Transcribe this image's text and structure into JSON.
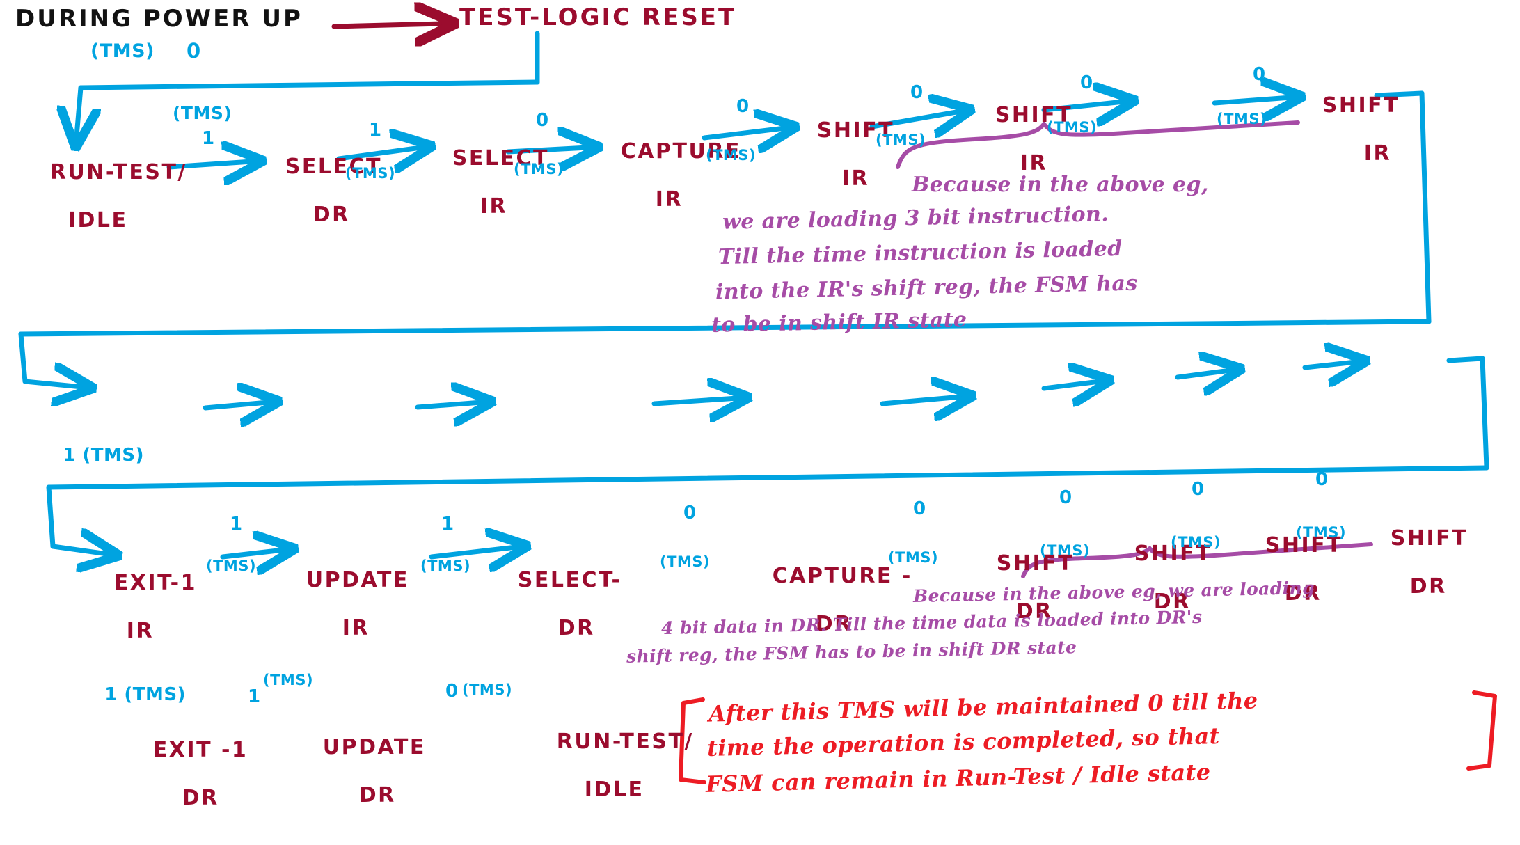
{
  "diagram": {
    "title": "DURING POWER UP",
    "initial_state": "TEST-LOGIC RESET",
    "colors": {
      "state_text": "#9B0C2E",
      "arrow_cyan": "#00A3E0",
      "note_purple": "#A64CA6",
      "note_red": "#ED1C24",
      "title_black": "#121212"
    },
    "row1": {
      "loop_label_top": "(TMS)",
      "loop_label_top_bit": "0",
      "branch_label": "(TMS)",
      "branch_bit": "1",
      "states": [
        {
          "name": "RUN-TEST/",
          "name2": "IDLE"
        },
        {
          "name": "SELECT",
          "name2": "DR"
        },
        {
          "name": "SELECT",
          "name2": "IR"
        },
        {
          "name": "CAPTURE",
          "name2": "IR"
        },
        {
          "name": "SHIFT",
          "name2": "IR"
        },
        {
          "name": "SHIFT",
          "name2": "IR"
        },
        {
          "name": "SHIFT",
          "name2": "IR"
        }
      ],
      "transitions": [
        {
          "bit": "1",
          "tms": "(TMS)"
        },
        {
          "bit": "1",
          "tms": "(TMS)"
        },
        {
          "bit": "0",
          "tms": "(TMS)"
        },
        {
          "bit": "0",
          "tms": "(TMS)"
        },
        {
          "bit": "0",
          "tms": "(TMS)"
        },
        {
          "bit": "0",
          "tms": "(TMS)"
        }
      ]
    },
    "note1": [
      "Because in the above eg,",
      "we are loading 3 bit instruction.",
      "Till the time instruction is loaded",
      "into the IR's shift reg, the FSM has",
      "to be in shift IR state"
    ],
    "row2": {
      "loop_bit": "1",
      "loop_tms": "(TMS)",
      "states": [
        {
          "name": "EXIT-1",
          "name2": "IR"
        },
        {
          "name": "UPDATE",
          "name2": "IR"
        },
        {
          "name": "SELECT-",
          "name2": "DR"
        },
        {
          "name": "CAPTURE -",
          "name2": "DR"
        },
        {
          "name": "SHIFT",
          "name2": "DR"
        },
        {
          "name": "SHIFT",
          "name2": "DR"
        },
        {
          "name": "SHIFT",
          "name2": "DR"
        },
        {
          "name": "SHIFT",
          "name2": "DR"
        }
      ],
      "transitions": [
        {
          "bit": "1",
          "tms": "(TMS)"
        },
        {
          "bit": "1",
          "tms": "(TMS)"
        },
        {
          "bit": "0",
          "tms": "(TMS)"
        },
        {
          "bit": "0",
          "tms": "(TMS)"
        },
        {
          "bit": "0",
          "tms": "(TMS)"
        },
        {
          "bit": "0",
          "tms": "(TMS)"
        },
        {
          "bit": "0",
          "tms": "(TMS)"
        }
      ]
    },
    "note2": [
      "Because in the above eg, we are loading",
      "4 bit data in DR. Till the time data is loaded into DR's",
      "shift reg, the FSM has to be in shift DR state"
    ],
    "row3": {
      "loop_bit": "1",
      "loop_tms": "(TMS)",
      "states": [
        {
          "name": "EXIT -1",
          "name2": "DR"
        },
        {
          "name": "UPDATE",
          "name2": "DR"
        },
        {
          "name": "RUN-TEST/",
          "name2": "IDLE"
        }
      ],
      "transitions": [
        {
          "bit": "1",
          "tms": "(TMS)"
        },
        {
          "bit": "0",
          "tms": "(TMS)"
        }
      ]
    },
    "note3": [
      "After this TMS will be maintained 0 till the",
      "time the operation is completed, so that",
      "FSM can remain in Run-Test / Idle state"
    ]
  }
}
